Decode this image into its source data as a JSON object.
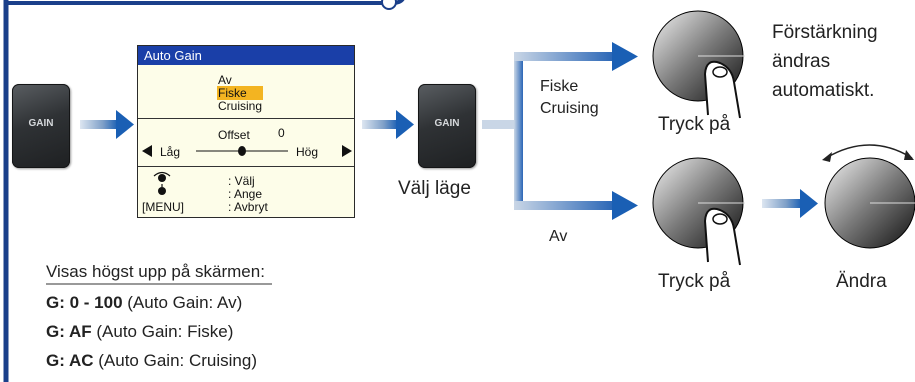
{
  "gain_key_label": "GAIN",
  "menu": {
    "title": "Auto Gain",
    "options": [
      "Av",
      "Fiske",
      "Cruising"
    ],
    "selected_option": "Fiske",
    "offset_label": "Offset",
    "offset_value": "0",
    "low_label": "Låg",
    "high_label": "Hög",
    "instructions": [
      {
        "icon": "rotate-knob-icon",
        "text": ": Välj"
      },
      {
        "icon": "press-knob-icon",
        "text": ": Ange"
      },
      {
        "key": "[MENU]",
        "text": ": Avbryt"
      }
    ]
  },
  "select_mode_label": "Välj läge",
  "branch_upper_label": "Fiske\nCruising",
  "branch_lower_label": "Av",
  "press_label_top": "Tryck på",
  "press_label_bottom": "Tryck på",
  "change_label": "Ändra",
  "auto_text": "Förstärkning\nändras\nautomatiskt.",
  "legend": {
    "heading": "Visas högst upp på skärmen:",
    "items": [
      {
        "code": "G: 0 - 100",
        "desc": " (Auto Gain: Av)"
      },
      {
        "code": "G: AF",
        "desc": " (Auto Gain: Fiske)"
      },
      {
        "code": "G: AC",
        "desc": " (Auto Gain: Cruising)"
      }
    ]
  },
  "colors": {
    "accent": "#1a5fb4",
    "frame": "#1a3f8a",
    "highlight": "#f3b421",
    "menu_title": "#1a3fa8"
  }
}
